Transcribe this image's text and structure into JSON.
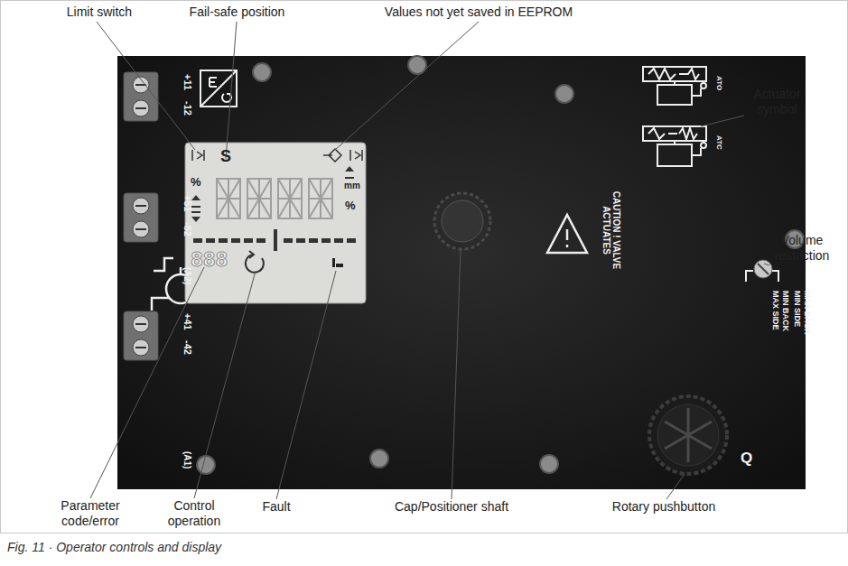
{
  "diagram": {
    "caption": "Fig. 11 · Operator controls and display",
    "labels": [
      "Limit switch",
      "Fail-safe position",
      "Values not yet saved in EEPROM",
      "Actuator symbol",
      "Volume restriction",
      "Parameter code/error",
      "Control operation",
      "Fault",
      "Cap/Positioner shaft",
      "Rotary pushbutton",
      "+11",
      "-12",
      "+51",
      "-52",
      "+41",
      "-42",
      "(A2)",
      "(A1)",
      "ATO",
      "ATC",
      "CAUTION ! VALVE ACTUATES",
      "MAX BACK",
      "MIN SIDE",
      "MIN BACK",
      "MAX SIDE",
      "Q",
      "S",
      "%",
      "%",
      "mm",
      "888"
    ]
  }
}
